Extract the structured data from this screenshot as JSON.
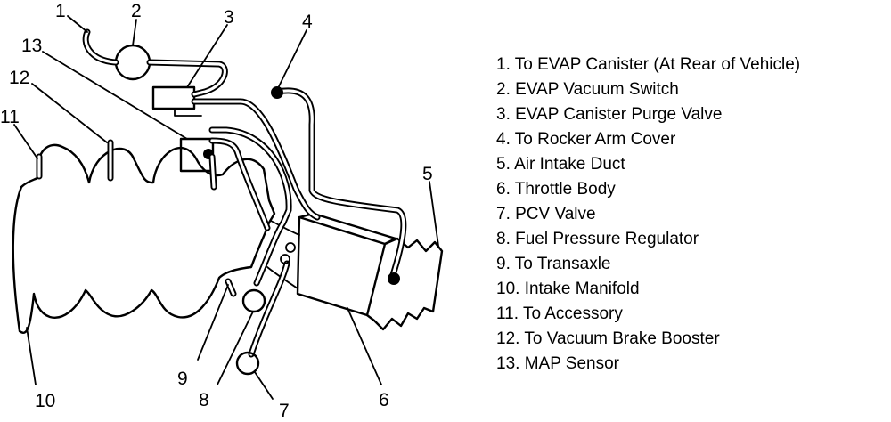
{
  "callouts": [
    "1",
    "2",
    "3",
    "4",
    "5",
    "6",
    "7",
    "8",
    "9",
    "10",
    "11",
    "12",
    "13"
  ],
  "legend": [
    "1. To EVAP Canister (At Rear of Vehicle)",
    "2. EVAP Vacuum Switch",
    "3. EVAP Canister Purge Valve",
    "4. To Rocker Arm Cover",
    "5. Air Intake Duct",
    "6. Throttle Body",
    "7. PCV Valve",
    "8. Fuel Pressure Regulator",
    "9. To Transaxle",
    "10. Intake Manifold",
    "11. To Accessory",
    "12. To Vacuum Brake Booster",
    "13. MAP Sensor"
  ]
}
